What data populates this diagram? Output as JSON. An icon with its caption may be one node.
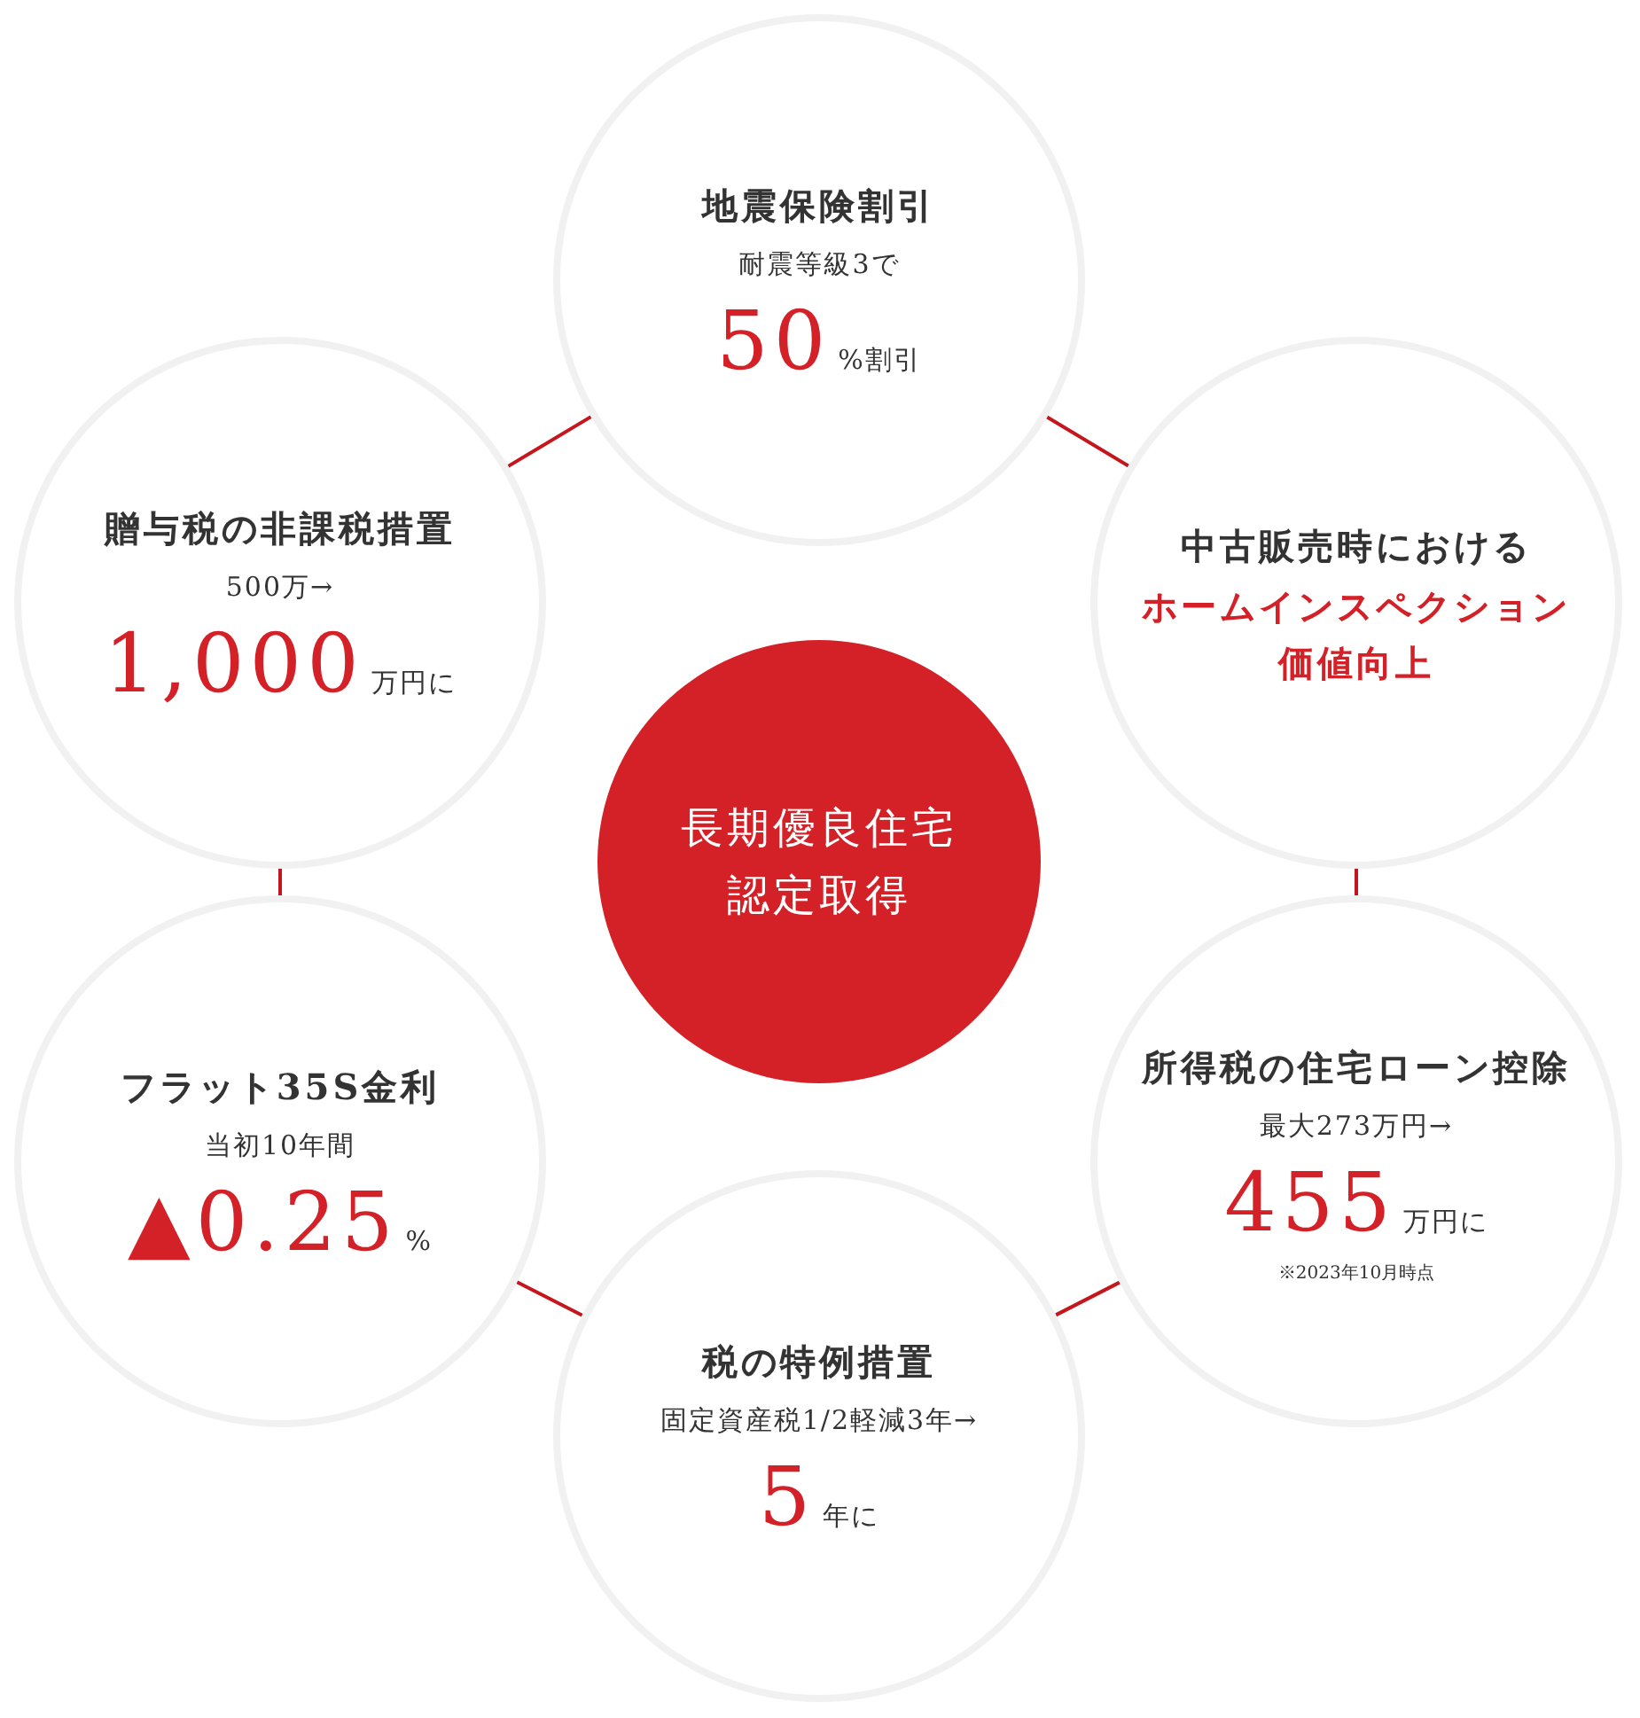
{
  "diagram": {
    "nodes": [
      {
        "text": [
          "長期優良住宅認定取得"
        ]
      },
      {
        "text": [
          "地震保険割引",
          "耐震等級3で",
          "50",
          "%割引"
        ]
      },
      {
        "text": [
          "中古販売時における",
          "ホームインスペクション価値向上"
        ]
      },
      {
        "text": [
          "所得税の住宅ローン控除",
          "最大273万円→",
          "455",
          "万円に",
          "※2023年10月時点"
        ]
      },
      {
        "text": [
          "税の特例措置",
          "固定資産税1/2軽減3年→",
          "5",
          "年に"
        ]
      },
      {
        "text": [
          "フラット35S金利",
          "当初10年間",
          "▲0.25",
          "%"
        ]
      },
      {
        "text": [
          "贈与税の非課税措置",
          "500万→",
          "1,000",
          "万円に"
        ]
      }
    ],
    "edges": [
      {
        "from": 6,
        "to": 1,
        "arrow": "none"
      },
      {
        "from": 1,
        "to": 2,
        "arrow": "none"
      },
      {
        "from": 2,
        "to": 3,
        "arrow": "none"
      },
      {
        "from": 3,
        "to": 4,
        "arrow": "none"
      },
      {
        "from": 4,
        "to": 5,
        "arrow": "none"
      },
      {
        "from": 5,
        "to": 6,
        "arrow": "none"
      }
    ]
  }
}
